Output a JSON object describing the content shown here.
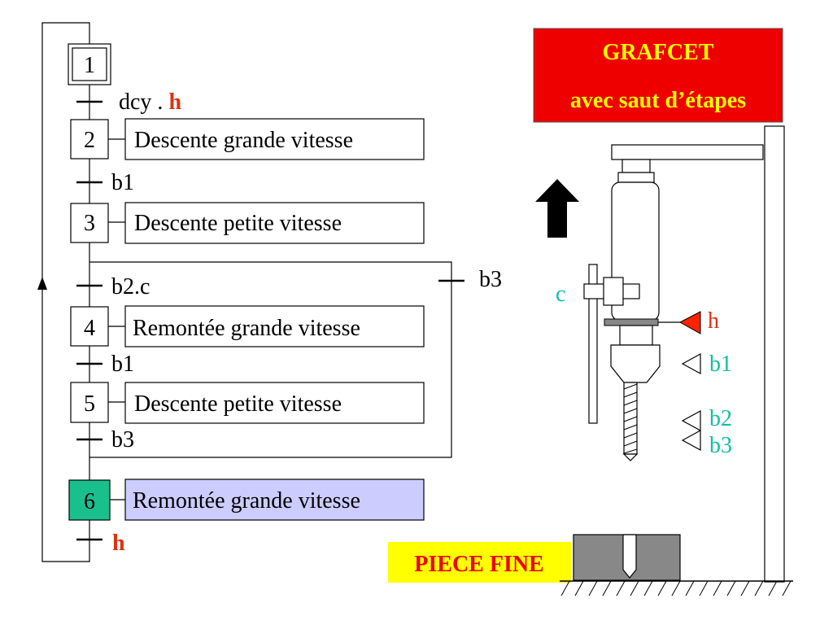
{
  "colors": {
    "line": "#000000",
    "active_step_fill": "#19c08d",
    "active_action_fill": "#ccccff",
    "red_text": "#e03010",
    "cyan_text": "#10c0a0",
    "title_bg": "#ee0000",
    "title_text": "#ffff00",
    "piece_label_bg": "#ffff00",
    "piece_label_text": "#ee0000",
    "machine_grey": "#888888",
    "sensor_h_fill": "#ff2200"
  },
  "title": {
    "line1": "GRAFCET",
    "line2": "avec saut d’étapes"
  },
  "grafcet": {
    "steps": [
      {
        "id": "1",
        "initial": true
      },
      {
        "id": "2",
        "action": "Descente grande vitesse"
      },
      {
        "id": "3",
        "action": "Descente petite vitesse"
      },
      {
        "id": "4",
        "action": "Remontée grande vitesse"
      },
      {
        "id": "5",
        "action": "Descente petite vitesse"
      },
      {
        "id": "6",
        "action": "Remontée grande vitesse",
        "active": true
      }
    ],
    "transitions": {
      "t1_a": "dcy .",
      "t1_b": "h",
      "t2": "b1",
      "t3": "b2.c",
      "t4": "b1",
      "t5": "b3",
      "t6": "h",
      "skip": "b3"
    }
  },
  "machine": {
    "labels": {
      "c": "c",
      "h": "h",
      "b1": "b1",
      "b2": "b2",
      "b3": "b3"
    },
    "piece_label": "PIECE FINE"
  }
}
